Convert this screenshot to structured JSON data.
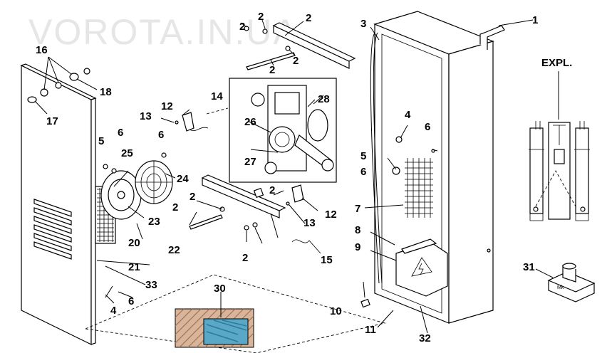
{
  "watermark": "VOROTA.IN.UA",
  "explosion_label": "EXPL.",
  "hand_logo": "Mk",
  "callouts": [
    "1",
    "2",
    "2",
    "2",
    "2",
    "2",
    "2",
    "2",
    "2",
    "2",
    "3",
    "4",
    "4",
    "5",
    "5",
    "6",
    "6",
    "6",
    "6",
    "6",
    "7",
    "8",
    "9",
    "10",
    "11",
    "12",
    "12",
    "13",
    "13",
    "14",
    "15",
    "16",
    "17",
    "18",
    "20",
    "21",
    "22",
    "23",
    "24",
    "25",
    "26",
    "27",
    "28",
    "30",
    "31",
    "32",
    "33"
  ]
}
